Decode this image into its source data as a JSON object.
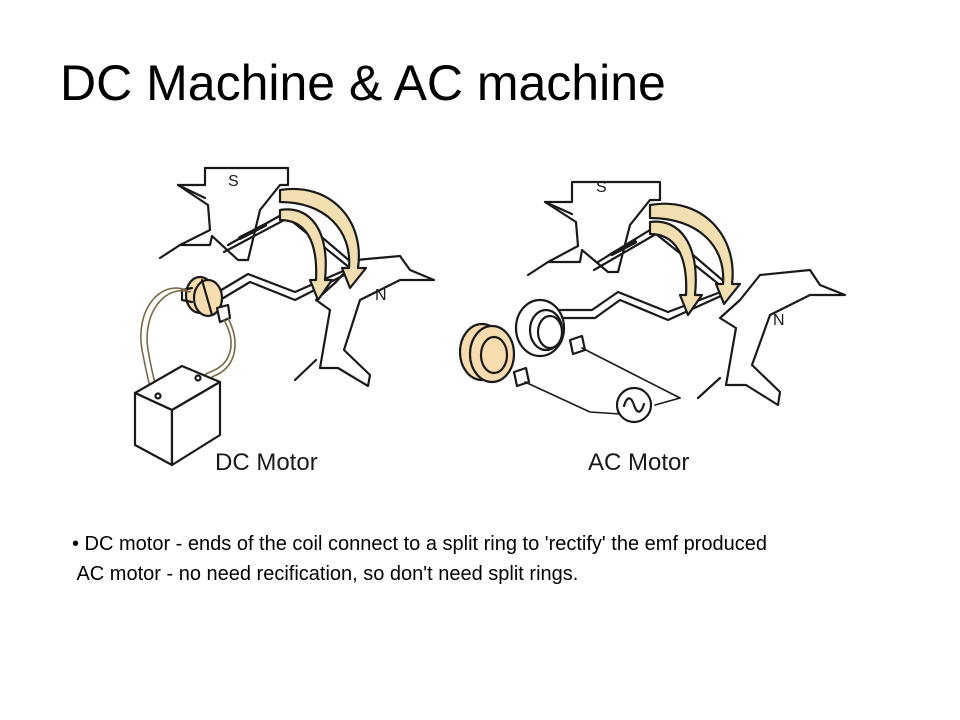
{
  "slide": {
    "title": "DC Machine & AC machine",
    "bullets": [
      "• DC motor - ends of the coil connect to a split ring to 'rectify' the emf produced",
      " AC motor - no need recification, so don't need split rings."
    ]
  },
  "diagram": {
    "dc": {
      "caption": "DC Motor",
      "pole_top": "S",
      "pole_bottom": "N"
    },
    "ac": {
      "caption": "AC Motor",
      "pole_top": "S",
      "pole_bottom": "N"
    },
    "colors": {
      "line": "#1a1a1a",
      "arrow_fill": "#f1deb1",
      "ring_fill": "#f6dcae",
      "wire": "#d8bb86"
    }
  }
}
